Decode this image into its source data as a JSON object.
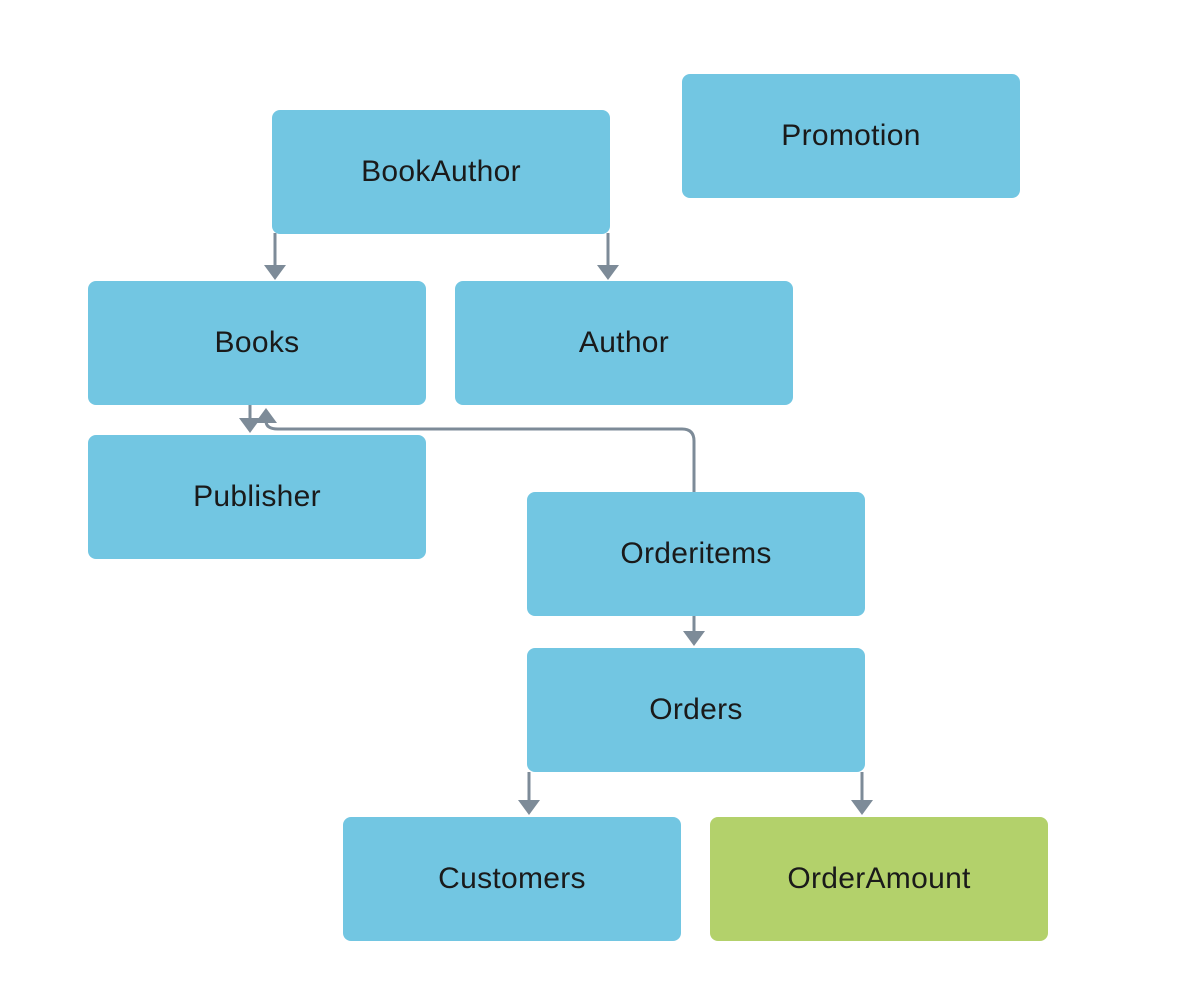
{
  "diagram": {
    "colors": {
      "node_blue": "#72C6E2",
      "node_green": "#B3D16B",
      "arrow": "#7D8B98",
      "text": "#1A1A1A",
      "background": "#FFFFFF"
    },
    "nodes": {
      "bookauthor": {
        "label": "BookAuthor",
        "color": "blue"
      },
      "promotion": {
        "label": "Promotion",
        "color": "blue"
      },
      "books": {
        "label": "Books",
        "color": "blue"
      },
      "author": {
        "label": "Author",
        "color": "blue"
      },
      "publisher": {
        "label": "Publisher",
        "color": "blue"
      },
      "orderitems": {
        "label": "Orderitems",
        "color": "blue"
      },
      "orders": {
        "label": "Orders",
        "color": "blue"
      },
      "customers": {
        "label": "Customers",
        "color": "blue"
      },
      "orderamount": {
        "label": "OrderAmount",
        "color": "green"
      }
    },
    "edges": [
      {
        "from": "BookAuthor",
        "to": "Books"
      },
      {
        "from": "BookAuthor",
        "to": "Author"
      },
      {
        "from": "Books",
        "to": "Publisher"
      },
      {
        "from": "Orderitems",
        "to": "Books"
      },
      {
        "from": "Orderitems",
        "to": "Orders"
      },
      {
        "from": "Orders",
        "to": "Customers"
      },
      {
        "from": "Orders",
        "to": "OrderAmount"
      }
    ]
  }
}
